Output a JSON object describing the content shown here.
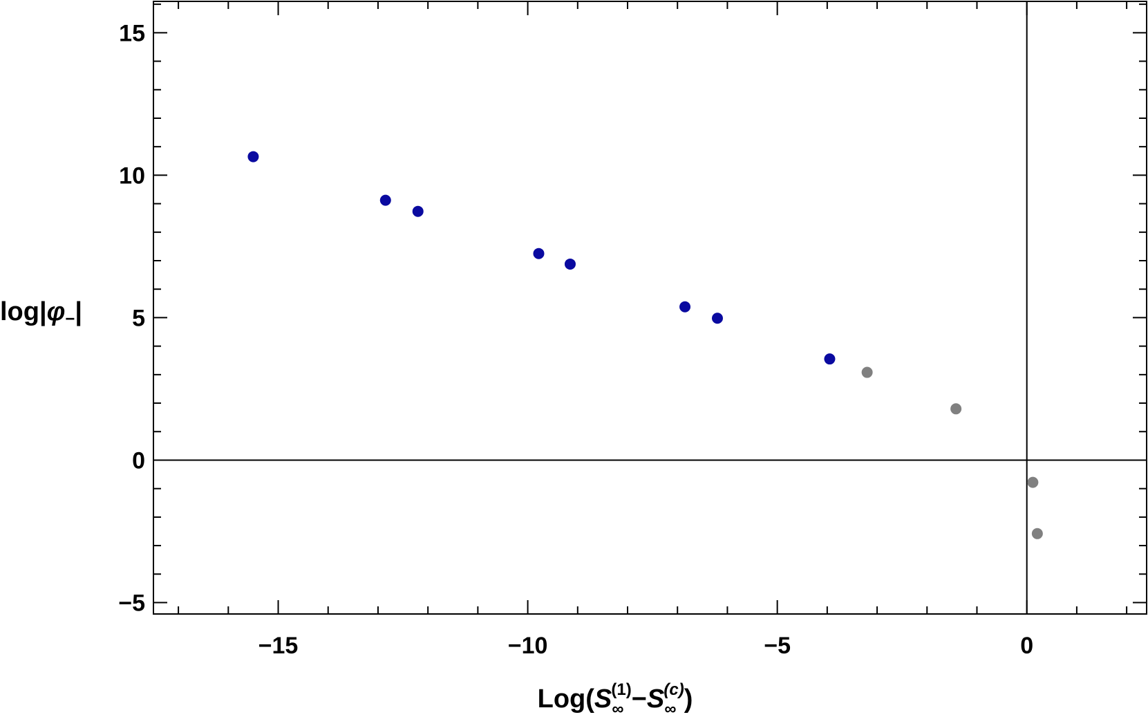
{
  "chart_data": {
    "type": "scatter",
    "xlabel": {
      "prefix": "Log(",
      "s1": "S",
      "s1_sub": "∞",
      "s1_sup": "(1)",
      "minus": "−",
      "s2": "S",
      "s2_sub": "∞",
      "s2_sup": "(c)",
      "suffix": ")"
    },
    "ylabel": {
      "prefix": "log|",
      "phi": "φ",
      "phi_sub": "−",
      "suffix": "|"
    },
    "xlim": [
      -17.5,
      2.4
    ],
    "ylim": [
      -5.4,
      16.1
    ],
    "x_ticks": [
      -15,
      -10,
      -5,
      0
    ],
    "x_tick_labels": [
      "−15",
      "−10",
      "−5",
      "0"
    ],
    "y_ticks": [
      -5,
      0,
      5,
      10,
      15
    ],
    "y_tick_labels": [
      "−5",
      "0",
      "5",
      "10",
      "15"
    ],
    "x_minor_step": 1,
    "y_minor_step": 1,
    "axes_lines": {
      "x": 0,
      "y": 0
    },
    "grid": false,
    "series": [
      {
        "color": "#0a0aa0",
        "points": [
          [
            -15.5,
            10.65
          ],
          [
            -12.85,
            9.12
          ],
          [
            -12.2,
            8.73
          ],
          [
            -9.78,
            7.25
          ],
          [
            -9.15,
            6.88
          ],
          [
            -6.85,
            5.38
          ],
          [
            -6.2,
            4.98
          ],
          [
            -3.95,
            3.55
          ]
        ]
      },
      {
        "color": "#808080",
        "points": [
          [
            -3.2,
            3.08
          ],
          [
            -1.42,
            1.8
          ],
          [
            0.12,
            -0.78
          ],
          [
            0.21,
            -2.58
          ]
        ]
      }
    ]
  }
}
